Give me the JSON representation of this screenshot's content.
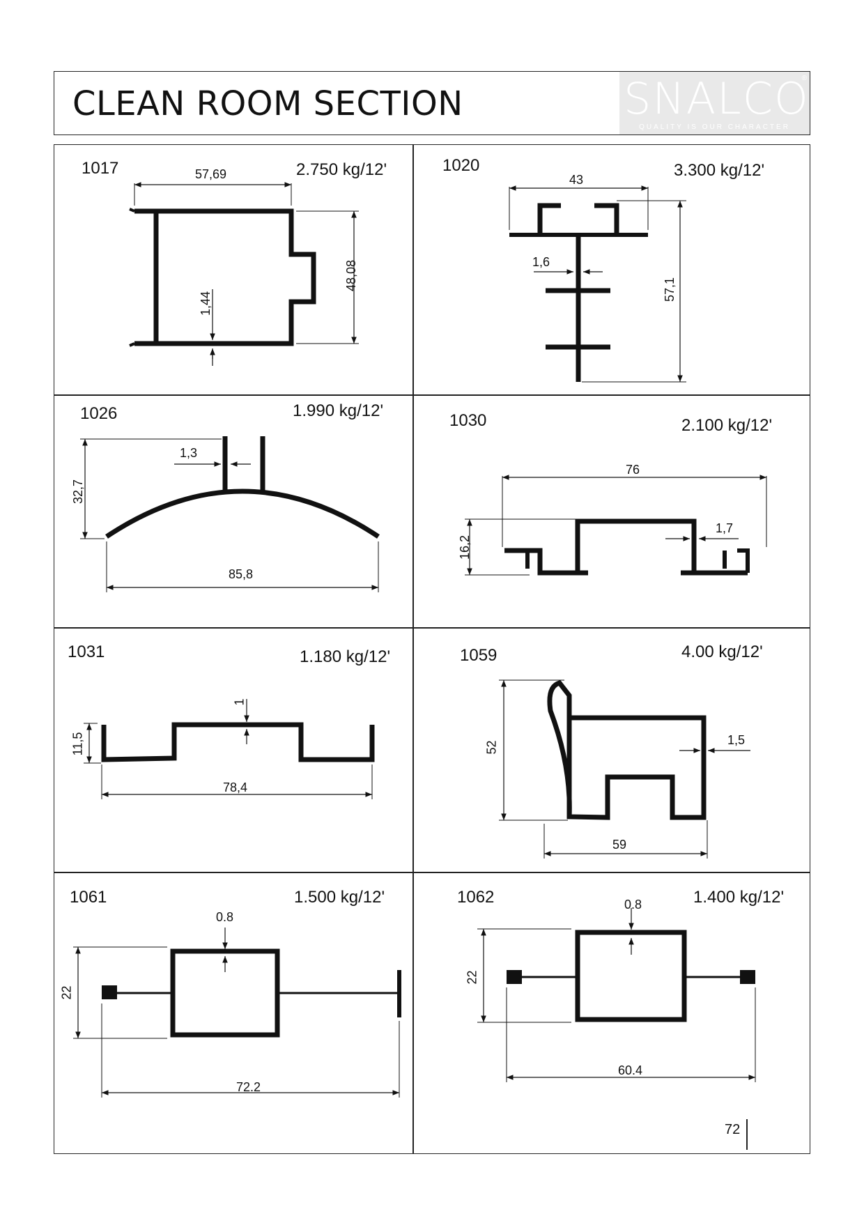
{
  "header": {
    "title": "CLEAN ROOM SECTION",
    "logo": {
      "name": "SNALCO",
      "tagline": "QUALITY IS OUR CHARACTER",
      "registered": "®"
    }
  },
  "profiles": [
    {
      "code": "1017",
      "weight": "2.750 kg/12'",
      "dims": [
        "57,69",
        "48,08",
        "1,44"
      ]
    },
    {
      "code": "1020",
      "weight": "3.300 kg/12'",
      "dims": [
        "43",
        "1,6",
        "57,1"
      ]
    },
    {
      "code": "1026",
      "weight": "1.990 kg/12'",
      "dims": [
        "1,3",
        "32,7",
        "85,8"
      ]
    },
    {
      "code": "1030",
      "weight": "2.100 kg/12'",
      "dims": [
        "76",
        "16,2",
        "1,7"
      ]
    },
    {
      "code": "1031",
      "weight": "1.180 kg/12'",
      "dims": [
        "1",
        "11,5",
        "78,4"
      ]
    },
    {
      "code": "1059",
      "weight": "4.00 kg/12'",
      "dims": [
        "52",
        "1,5",
        "59"
      ]
    },
    {
      "code": "1061",
      "weight": "1.500 kg/12'",
      "dims": [
        "0.8",
        "22",
        "72.2"
      ]
    },
    {
      "code": "1062",
      "weight": "1.400 kg/12'",
      "dims": [
        "0.8",
        "22",
        "60.4"
      ]
    }
  ],
  "page_number": "72"
}
